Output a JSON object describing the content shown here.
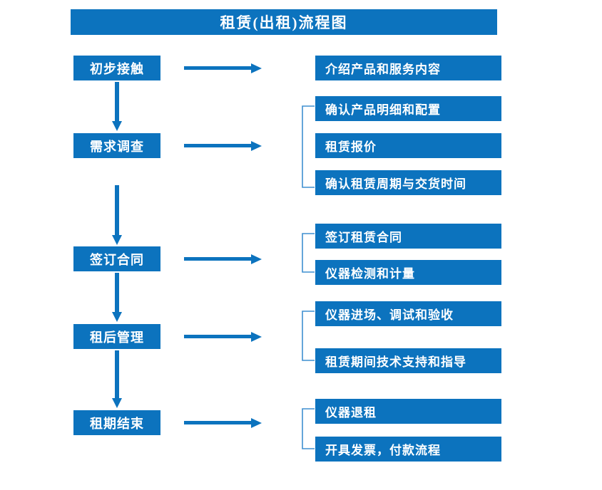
{
  "diagram": {
    "title": "租赁(出租)流程图",
    "accent_color": "#0C73BE",
    "bracket_color": "#3F8FD0",
    "text_color": "#FFFFFF",
    "background_color": "#FFFFFF",
    "type": "flowchart",
    "stages": [
      {
        "id": "stage-1",
        "label": "初步接触",
        "details": [
          "介绍产品和服务内容"
        ],
        "has_bracket": false,
        "has_arrow_to_next": true
      },
      {
        "id": "stage-2",
        "label": "需求调查",
        "details": [
          "确认产品明细和配置",
          "租赁报价",
          "确认租赁周期与交货时间"
        ],
        "has_bracket": true,
        "has_arrow_to_next": true
      },
      {
        "id": "stage-3",
        "label": "签订合同",
        "details": [
          "签订租赁合同",
          "仪器检测和计量"
        ],
        "has_bracket": true,
        "has_arrow_to_next": true
      },
      {
        "id": "stage-4",
        "label": "租后管理",
        "details": [
          "仪器进场、调试和验收",
          "租赁期间技术支持和指导"
        ],
        "has_bracket": true,
        "has_arrow_to_next": true
      },
      {
        "id": "stage-5",
        "label": "租期结束",
        "details": [
          "仪器退租",
          "开具发票，付款流程"
        ],
        "has_bracket": true,
        "has_arrow_to_next": false
      }
    ],
    "flat_details": [
      "介绍产品和服务内容",
      "确认产品明细和配置",
      "租赁报价",
      "确认租赁周期与交货时间",
      "签订租赁合同",
      "仪器检测和计量",
      "仪器进场、调试和验收",
      "租赁期间技术支持和指导",
      "仪器退租",
      "开具发票，付款流程"
    ]
  }
}
